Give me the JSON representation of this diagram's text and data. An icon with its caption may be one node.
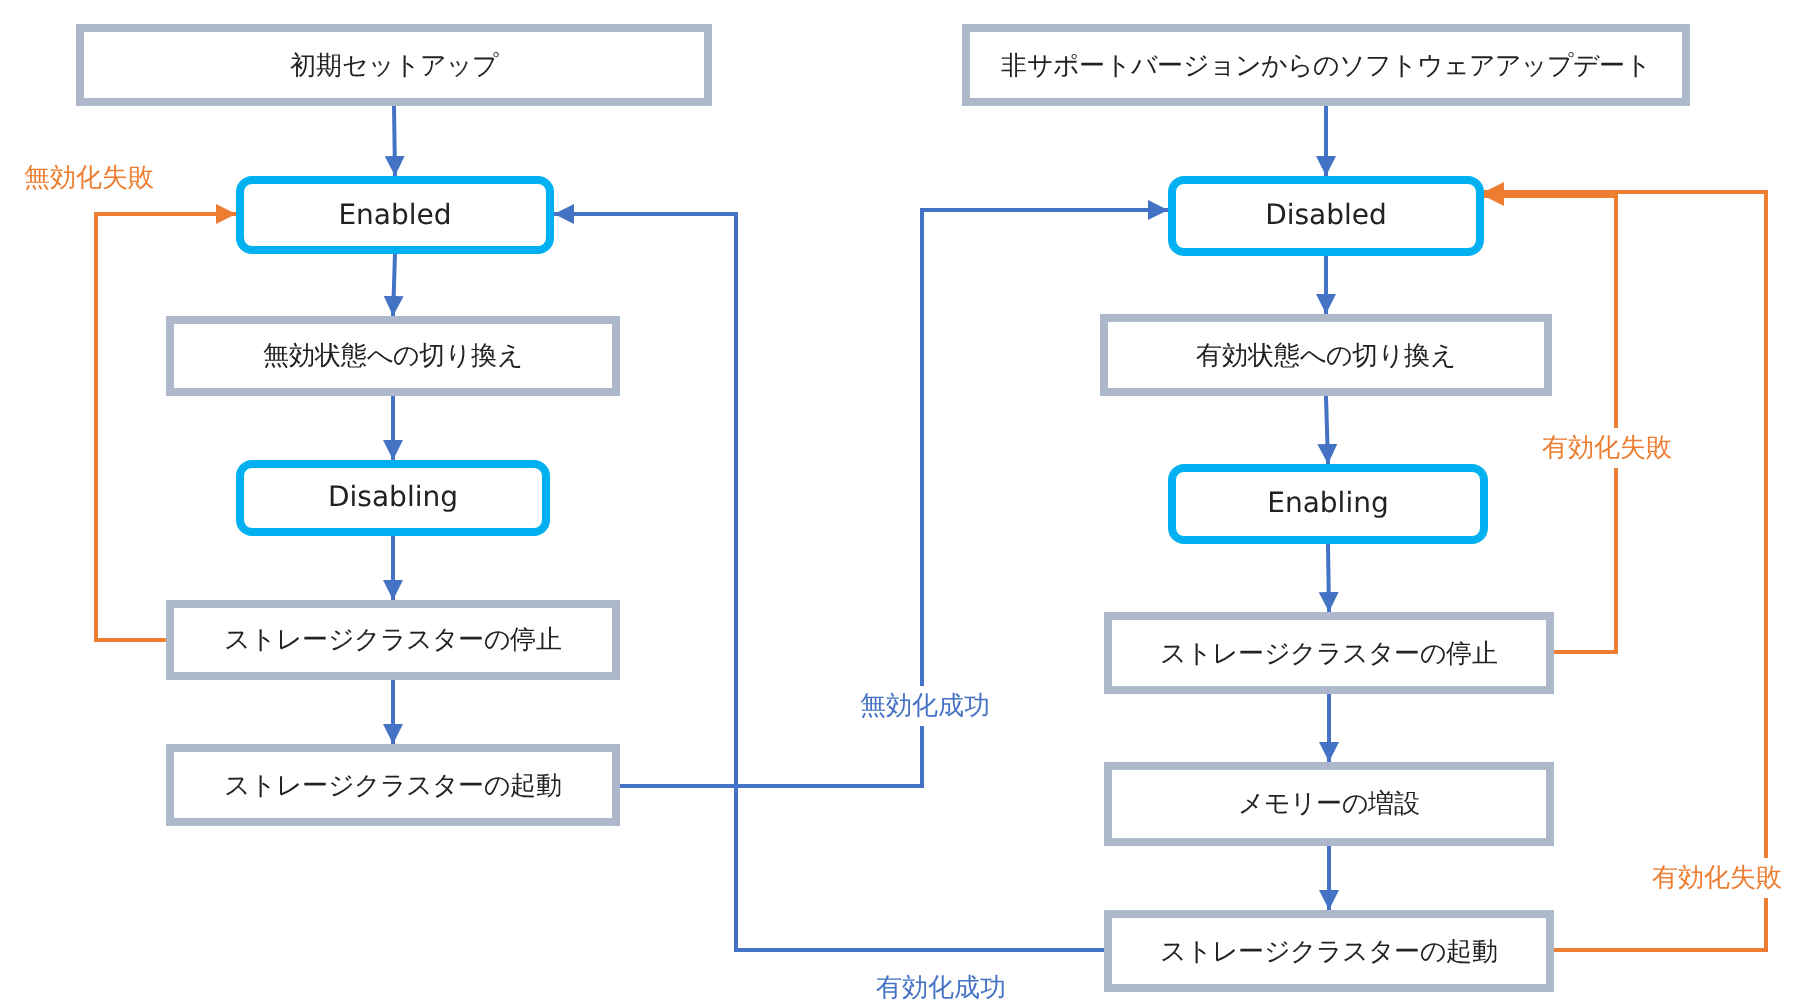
{
  "diagram": {
    "nodes": [
      {
        "text": [
          "初期セットアップ"
        ]
      },
      {
        "text": [
          "Enabled"
        ]
      },
      {
        "text": [
          "無効状態への切り換え"
        ]
      },
      {
        "text": [
          "Disabling"
        ]
      },
      {
        "text": [
          "ストレージクラスターの停止"
        ]
      },
      {
        "text": [
          "ストレージクラスターの起動"
        ]
      },
      {
        "text": [
          "非サポートバージョンからのソフトウェアアップデート"
        ]
      },
      {
        "text": [
          "Disabled"
        ]
      },
      {
        "text": [
          "有効状態への切り換え"
        ]
      },
      {
        "text": [
          "Enabling"
        ]
      },
      {
        "text": [
          "ストレージクラスターの停止"
        ]
      },
      {
        "text": [
          "メモリーの増設"
        ]
      },
      {
        "text": [
          "ストレージクラスターの起動"
        ]
      }
    ],
    "edges": [
      {
        "from": 0,
        "to": 1,
        "arrow": "to"
      },
      {
        "from": 1,
        "to": 2,
        "arrow": "to"
      },
      {
        "from": 2,
        "to": 3,
        "arrow": "to"
      },
      {
        "from": 3,
        "to": 4,
        "arrow": "to"
      },
      {
        "from": 4,
        "to": 5,
        "arrow": "to"
      },
      {
        "from": 4,
        "to": 1,
        "arrow": "to",
        "label": "無効化失敗",
        "color": "#ed7d31"
      },
      {
        "from": 5,
        "to": 7,
        "arrow": "to",
        "label": "無効化成功"
      },
      {
        "from": 6,
        "to": 7,
        "arrow": "to"
      },
      {
        "from": 7,
        "to": 8,
        "arrow": "to"
      },
      {
        "from": 8,
        "to": 9,
        "arrow": "to"
      },
      {
        "from": 9,
        "to": 10,
        "arrow": "to"
      },
      {
        "from": 10,
        "to": 11,
        "arrow": "to"
      },
      {
        "from": 11,
        "to": 12,
        "arrow": "to"
      },
      {
        "from": 10,
        "to": 7,
        "arrow": "to",
        "label": "有効化失敗",
        "color": "#ed7d31"
      },
      {
        "from": 12,
        "to": 7,
        "arrow": "to",
        "label": "有効化失敗",
        "color": "#ed7d31"
      },
      {
        "from": 12,
        "to": 1,
        "arrow": "to",
        "label": "有効化成功"
      }
    ]
  }
}
